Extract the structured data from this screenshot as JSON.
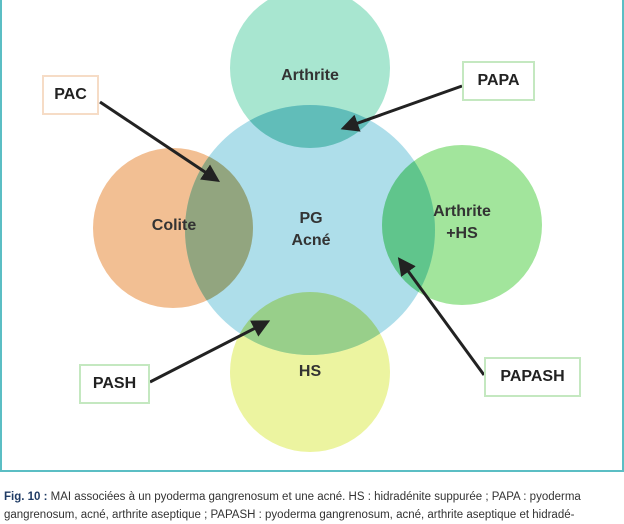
{
  "circles": {
    "top": {
      "label": "Arthrite",
      "color": "#a8e6d0"
    },
    "left": {
      "label": "Colite",
      "color": "#f2bf93"
    },
    "right": {
      "label": "Arthrite\n+HS",
      "color": "#a2e59c"
    },
    "bottom": {
      "label": "HS",
      "color": "#ecf4a0"
    },
    "center": {
      "label": "PG\nAcné",
      "color": "#7ccadd"
    }
  },
  "tags": {
    "pac": "PAC",
    "papa": "PAPA",
    "pash": "PASH",
    "papash": "PAPASH"
  },
  "caption": {
    "figure_number": "Fig. 10 :",
    "line1_text": "MAI associées à un pyoderma gangrenosum et une acné. HS : hidradénite suppurée ; PAPA : pyoderma",
    "line2_text": "gangrenosum, acné, arthrite aseptique ; PAPASH : pyoderma gangrenosum, acné, arthrite aseptique et hidradé-"
  },
  "colors": {
    "frame": "#5bbec4",
    "arrow": "#222222"
  }
}
